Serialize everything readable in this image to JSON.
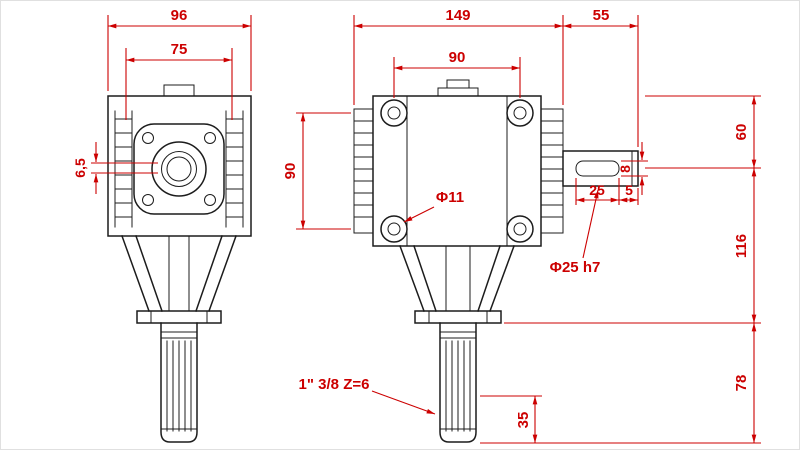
{
  "drawing": {
    "type": "technical-drawing",
    "subject": "angular-gearbox-two-views",
    "colors": {
      "lines": "#1c1c1c",
      "dimensions": "#cc0000",
      "background": "#ffffff"
    }
  },
  "front_view": {
    "dim_overall_width": "96",
    "dim_flange_width": "75",
    "dim_offset": "6,5"
  },
  "side_view": {
    "dim_overall_width": "149",
    "dim_shaft_length": "55",
    "dim_bolt_spacing_h": "90",
    "dim_bolt_spacing_v": "90",
    "dim_bolt_hole": "Φ11",
    "dim_output_shaft": "Φ25 h7",
    "dim_height_top": "60",
    "dim_key_width": "8",
    "dim_key_length": "25",
    "dim_key_end": "5",
    "dim_height_mid": "116",
    "dim_height_bottom": "78",
    "dim_spline_engagement": "35",
    "spline_spec": "1\" 3/8  Z=6"
  }
}
